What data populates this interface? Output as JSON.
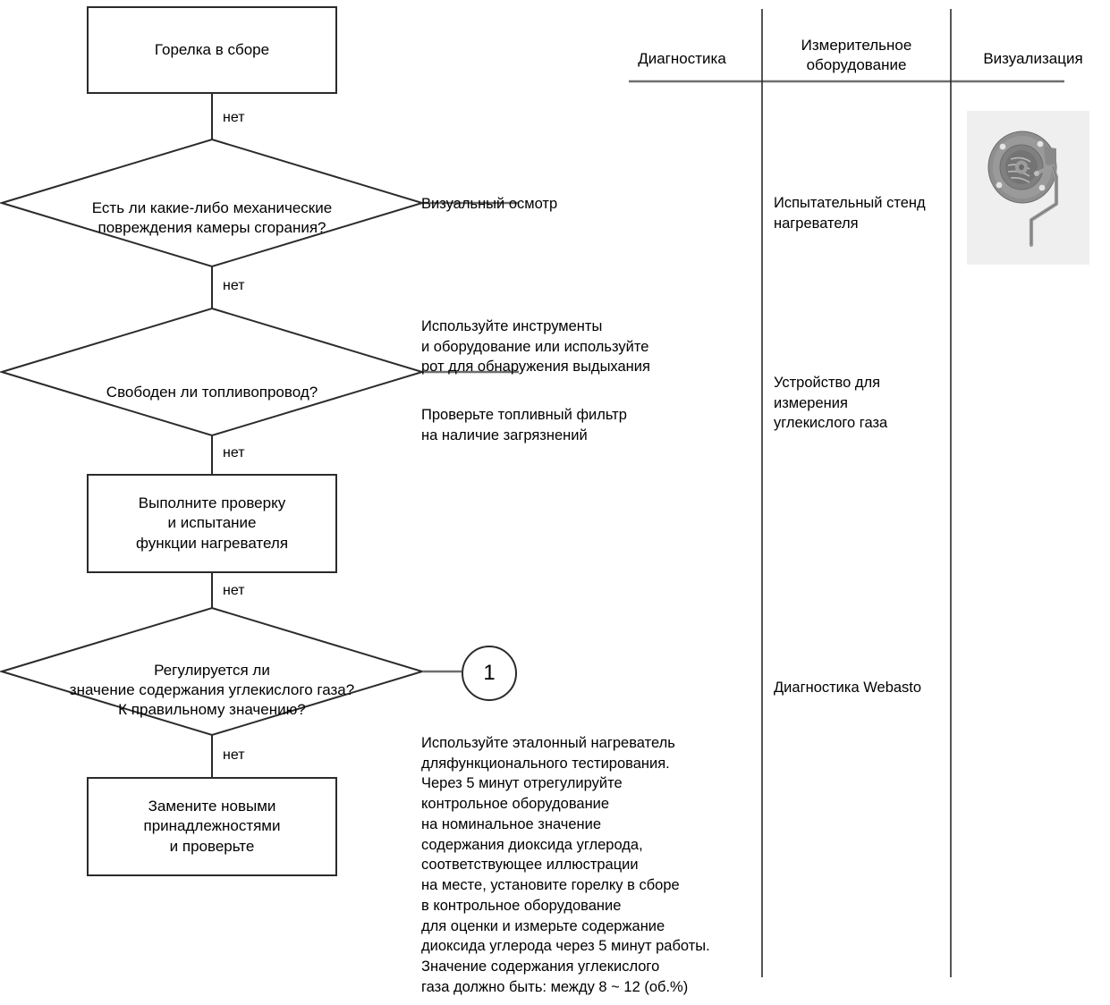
{
  "columns": {
    "headers": [
      {
        "id": "diagnostics",
        "label": "Диагностика"
      },
      {
        "id": "measuring-equipment",
        "label": "Измерительное\nоборудование"
      },
      {
        "id": "visualization",
        "label": "Визуализация"
      }
    ]
  },
  "flow": {
    "nodes": [
      {
        "id": "burner-assembly",
        "type": "process",
        "text": "Горелка в сборе"
      },
      {
        "id": "mechanical-damage",
        "type": "decision",
        "text": "Есть ли какие-либо механические\nповреждения камеры сгорания?"
      },
      {
        "id": "fuel-line-free",
        "type": "decision",
        "text": "Свободен ли топливопровод?"
      },
      {
        "id": "heater-function-test",
        "type": "process",
        "text": "Выполните проверку\nи испытание\nфункции нагревателя"
      },
      {
        "id": "co2-adjustable",
        "type": "decision",
        "text": "Регулируется ли\nзначение содержания углекислого газа?\nК правильному значению?"
      },
      {
        "id": "replace-parts",
        "type": "process",
        "text": "Замените новыми\nпринадлежностями\nи проверьте"
      }
    ],
    "edge_labels": [
      "нет",
      "нет",
      "нет",
      "нет",
      "нет"
    ],
    "connector_ref": "1"
  },
  "diagnostics_notes": [
    {
      "id": "visual-inspection",
      "text": "Визуальный осмотр"
    },
    {
      "id": "use-tools",
      "text": "Используйте инструменты\nи оборудование или используйте\nрот для обнаружения выдыхания"
    },
    {
      "id": "check-fuel-filter",
      "text": "Проверьте топливный фильтр\nна наличие загрязнений"
    },
    {
      "id": "reference-heater-procedure",
      "text": "Используйте эталонный нагреватель\nдляфункционального тестирования.\nЧерез 5 минут отрегулируйте\nконтрольное оборудование\nна номинальное значение\nсодержания диоксида углерода,\nсоответствующее иллюстрации\nна месте, установите горелку в сборе\nв контрольное оборудование\nдля оценки и измерьте содержание\nдиоксида углерода через 5 минут работы.\nЗначение содержания углекислого\nгаза должно быть: между 8 ~ 12 (об.%)"
    }
  ],
  "measuring_equipment_notes": [
    {
      "id": "heater-test-bench",
      "text": "Испытательный стенд\nнагревателя"
    },
    {
      "id": "co2-measuring-device",
      "text": "Устройство для\nизмерения\nуглекислого газа"
    },
    {
      "id": "webasto-diagnostics",
      "text": "Диагностика Webasto"
    }
  ],
  "visualization": {
    "image_alt": "burner-assembly-photo"
  },
  "colors": {
    "stroke_dark": "#2b2b2b",
    "stroke_gray": "#6e6e6e",
    "text": "#000000",
    "thumb_bg": "#efefef"
  }
}
